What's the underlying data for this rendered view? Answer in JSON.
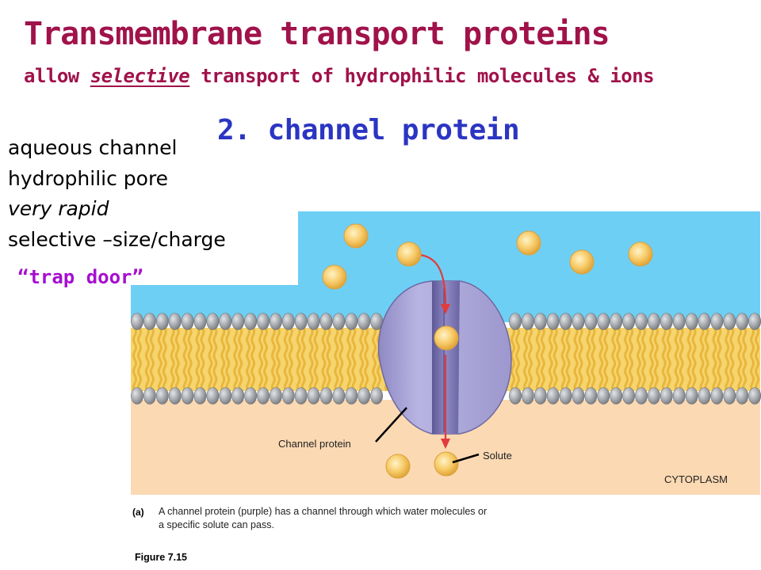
{
  "title": "Transmembrane transport proteins",
  "subtitle": {
    "before": "allow ",
    "emphasis": "selective",
    "after": " transport of hydrophilic molecules & ions"
  },
  "heading": "2. channel protein",
  "properties": [
    "aqueous channel",
    "hydrophilic pore",
    "very rapid",
    "selective –size/charge"
  ],
  "trap_door": "“trap door”",
  "diagram": {
    "labels": {
      "channel_protein": "Channel protein",
      "solute": "Solute",
      "cytoplasm": "CYTOPLASM"
    },
    "colors": {
      "extracellular": "#6ecff5",
      "cytoplasm": "#fbd9b3",
      "protein": "#a9a5d6",
      "lipid_head": "#a3a6ab",
      "lipid_tail": "#f2c650",
      "solute": "#f7c96a",
      "arrow": "#e23b3b"
    },
    "panel_label": "(a)",
    "caption": "A channel protein (purple) has a channel through which water molecules or a specific solute can pass."
  },
  "figure_label": "Figure 7.15"
}
